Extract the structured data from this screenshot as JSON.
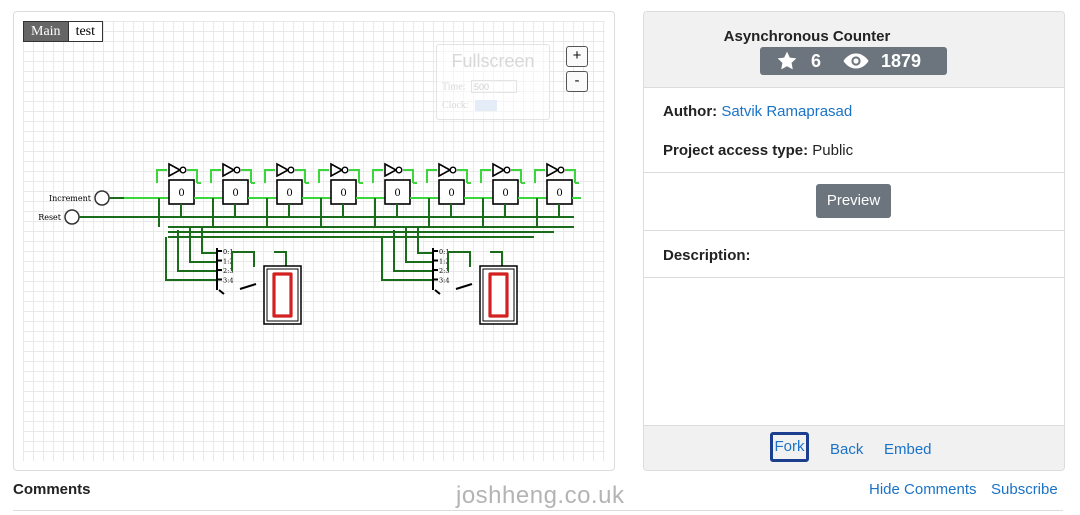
{
  "circuit": {
    "tabs": [
      {
        "label": "Main",
        "active": true
      },
      {
        "label": "test",
        "active": false
      }
    ],
    "sim_control": {
      "title": "Fullscreen",
      "time_label": "Time:",
      "time_value": "500",
      "clock_label": "Clock:"
    },
    "zoom_in_label": "+",
    "zoom_out_label": "-",
    "inputs": [
      {
        "label": "Increment"
      },
      {
        "label": "Reset"
      }
    ],
    "flipflop_count": 8,
    "flipflop_state_label": "0",
    "splitter_labels": [
      "0:1",
      "1:2",
      "2:3",
      "3:4"
    ],
    "display_count": 2,
    "display_segment_color": "#d32020",
    "wire_active_color": "#3bd63b",
    "wire_color": "#1a6b1a"
  },
  "project": {
    "title": "Asynchronous Counter",
    "stars": "6",
    "views": "1879",
    "author_label": "Author:",
    "author_name": "Satvik Ramaprasad",
    "access_label": "Project access type:",
    "access_value": "Public",
    "preview_button": "Preview",
    "description_label": "Description:",
    "footer_links": {
      "fork": "Fork",
      "back": "Back",
      "embed": "Embed"
    }
  },
  "bottom": {
    "comments_label": "Comments",
    "watermark": "joshheng.co.uk",
    "hide_comments": "Hide Comments",
    "subscribe": "Subscribe"
  },
  "colors": {
    "link": "#1a73c7",
    "badge_bg": "#6c757d",
    "fork_border": "#1c3e8f"
  }
}
